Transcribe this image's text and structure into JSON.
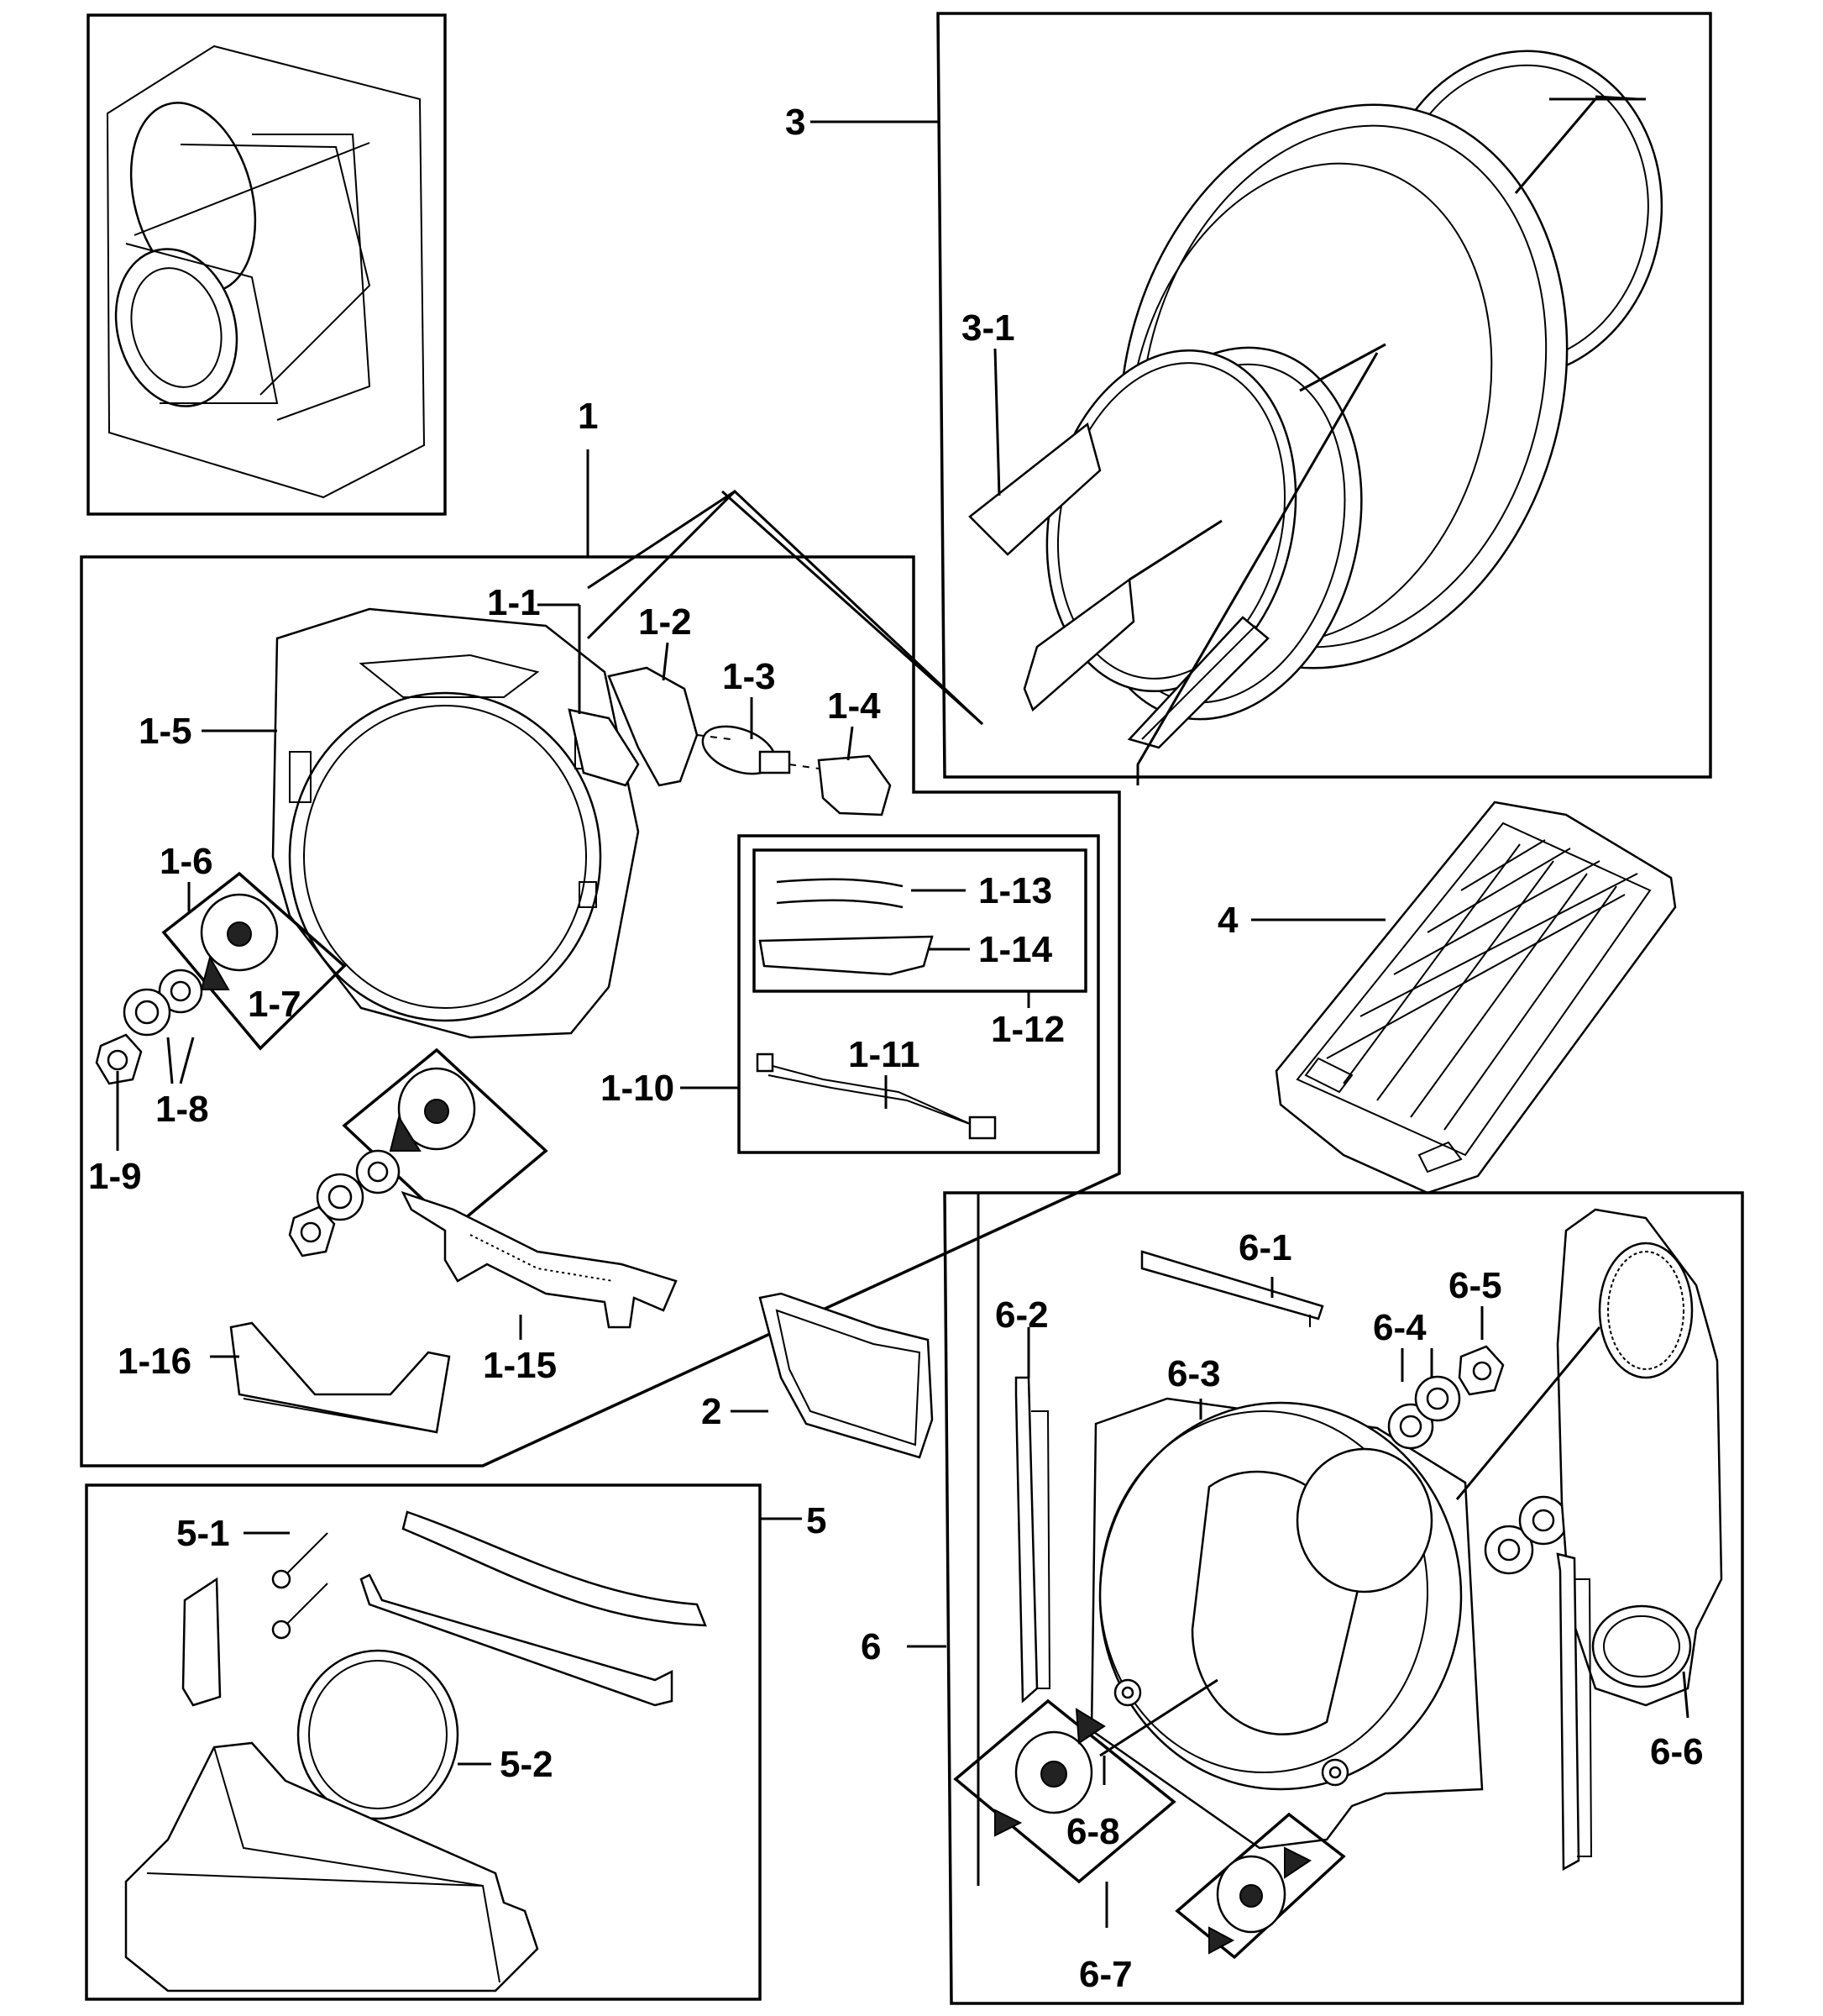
{
  "labels": {
    "l1": "1",
    "l1_1": "1-1",
    "l1_2": "1-2",
    "l1_3": "1-3",
    "l1_4": "1-4",
    "l1_5": "1-5",
    "l1_6": "1-6",
    "l1_7": "1-7",
    "l1_8": "1-8",
    "l1_9": "1-9",
    "l1_10": "1-10",
    "l1_11": "1-11",
    "l1_12": "1-12",
    "l1_13": "1-13",
    "l1_14": "1-14",
    "l1_15": "1-15",
    "l1_16": "1-16",
    "l2": "2",
    "l3": "3",
    "l3_1": "3-1",
    "l4": "4",
    "l5": "5",
    "l5_1": "5-1",
    "l5_2": "5-2",
    "l6": "6",
    "l6_1": "6-1",
    "l6_2": "6-2",
    "l6_3": "6-3",
    "l6_4": "6-4",
    "l6_5": "6-5",
    "l6_6": "6-6",
    "l6_7": "6-7",
    "l6_8": "6-8"
  }
}
